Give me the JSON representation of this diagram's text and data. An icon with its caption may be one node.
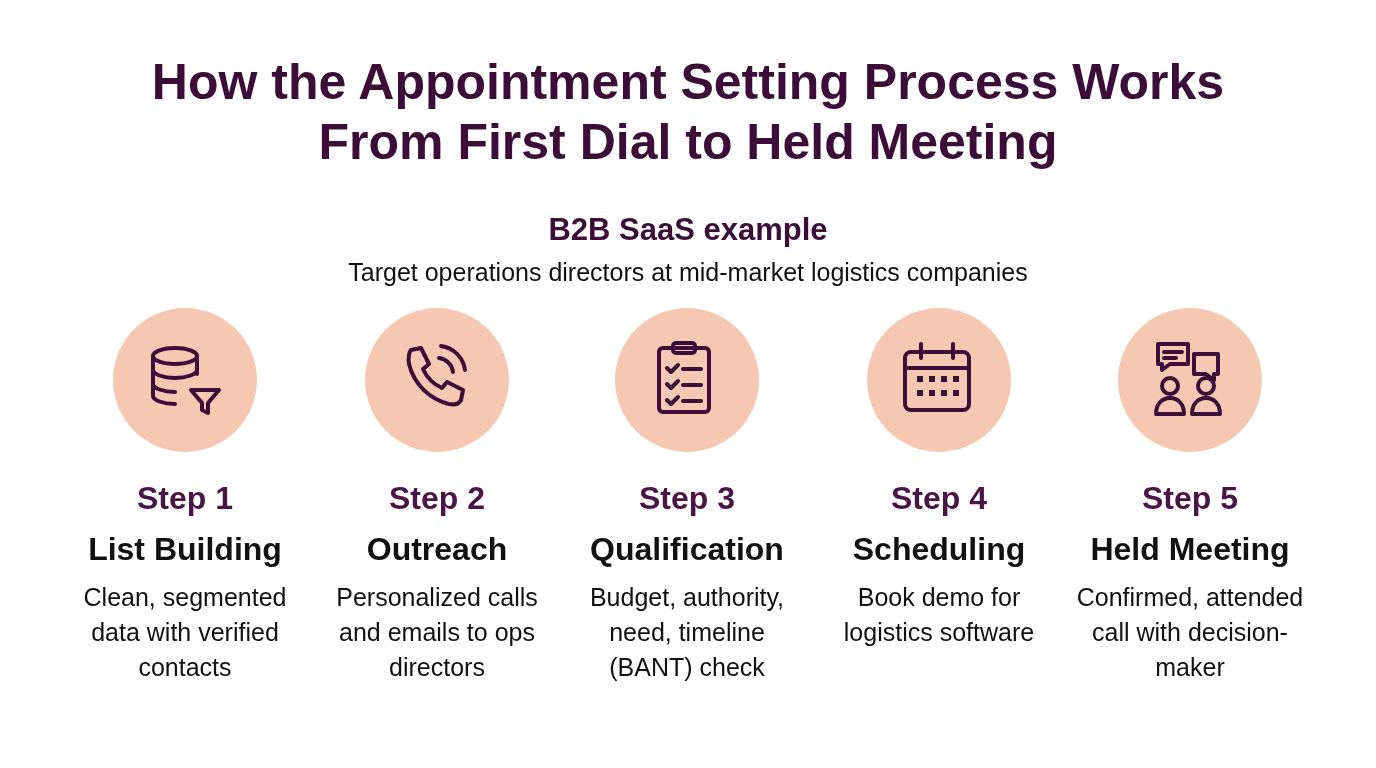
{
  "diagram": {
    "title": "How the Appointment Setting Process Works From First Dial to Held Meeting",
    "nodes": [
      {
        "text": [
          "Step 1",
          "List Building",
          "Clean, segmented data with verified contacts"
        ]
      },
      {
        "text": [
          "Step 2",
          "Outreach",
          "Personalized calls and emails to ops directors"
        ]
      },
      {
        "text": [
          "Step 3",
          "Qualification",
          "Budget, authority, need, timeline (BANT) check"
        ]
      },
      {
        "text": [
          "Step 4",
          "Scheduling",
          "Book demo for logistics software"
        ]
      },
      {
        "text": [
          "Step 5",
          "Held Meeting",
          "Confirmed, attended call with decision-maker"
        ]
      }
    ],
    "labels": [
      "B2B SaaS example",
      "Target operations directors at mid-market logistics companies"
    ]
  }
}
